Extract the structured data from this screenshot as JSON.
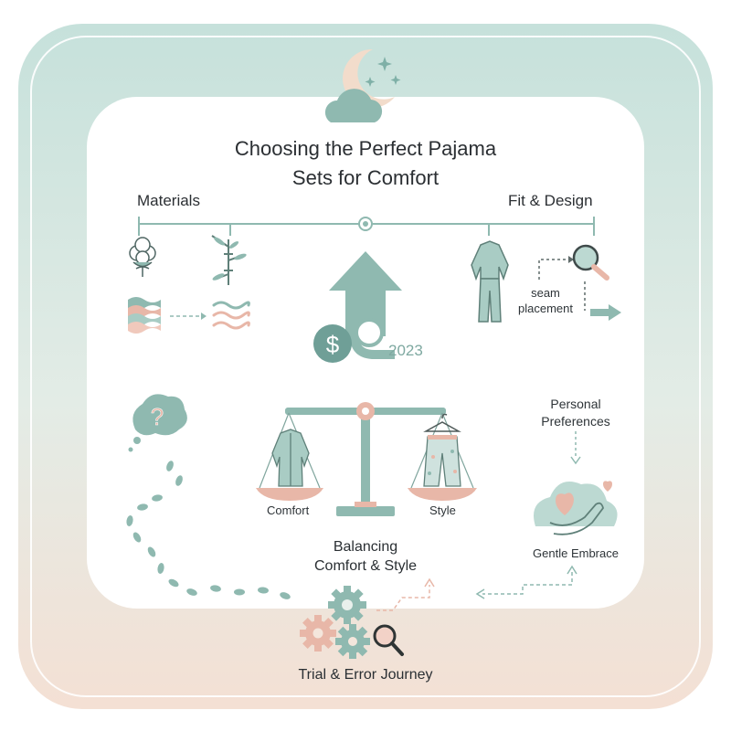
{
  "title_line1": "Choosing the Perfect Pajama",
  "title_line2": "Sets for Comfort",
  "materials_label": "Materials",
  "fit_label": "Fit & Design",
  "seam_label_line1": "seam",
  "seam_label_line2": "placement",
  "year_label": "2023",
  "scale": {
    "left_label": "Comfort",
    "right_label": "Style",
    "caption_line1": "Balancing",
    "caption_line2": "Comfort & Style"
  },
  "preferences_line1": "Personal",
  "preferences_line2": "Preferences",
  "embrace_label": "Gentle Embrace",
  "journey_label": "Trial & Error Journey",
  "icons": {
    "moon": "moon-icon",
    "cloud": "cloud-icon",
    "cotton": "cotton-flower-icon",
    "bamboo": "bamboo-icon",
    "fabric": "fabric-layers-icon",
    "wave": "wave-icon",
    "arrow_up": "growth-arrow-icon",
    "dollar": "dollar-icon",
    "pajama": "pajama-icon",
    "magnifier": "magnifier-icon",
    "question": "question-bubble-icon",
    "footprints": "footprints-icon",
    "scale": "balance-scale-icon",
    "heart_hand": "heart-hand-icon",
    "gears": "gears-icon"
  },
  "colors": {
    "sage": "#8fb9b0",
    "sage_dark": "#6f9f97",
    "blush": "#e8b7a8",
    "blush_dark": "#dc9f92",
    "bg_top": "#c5e0da",
    "bg_bottom": "#f3e1d6"
  }
}
